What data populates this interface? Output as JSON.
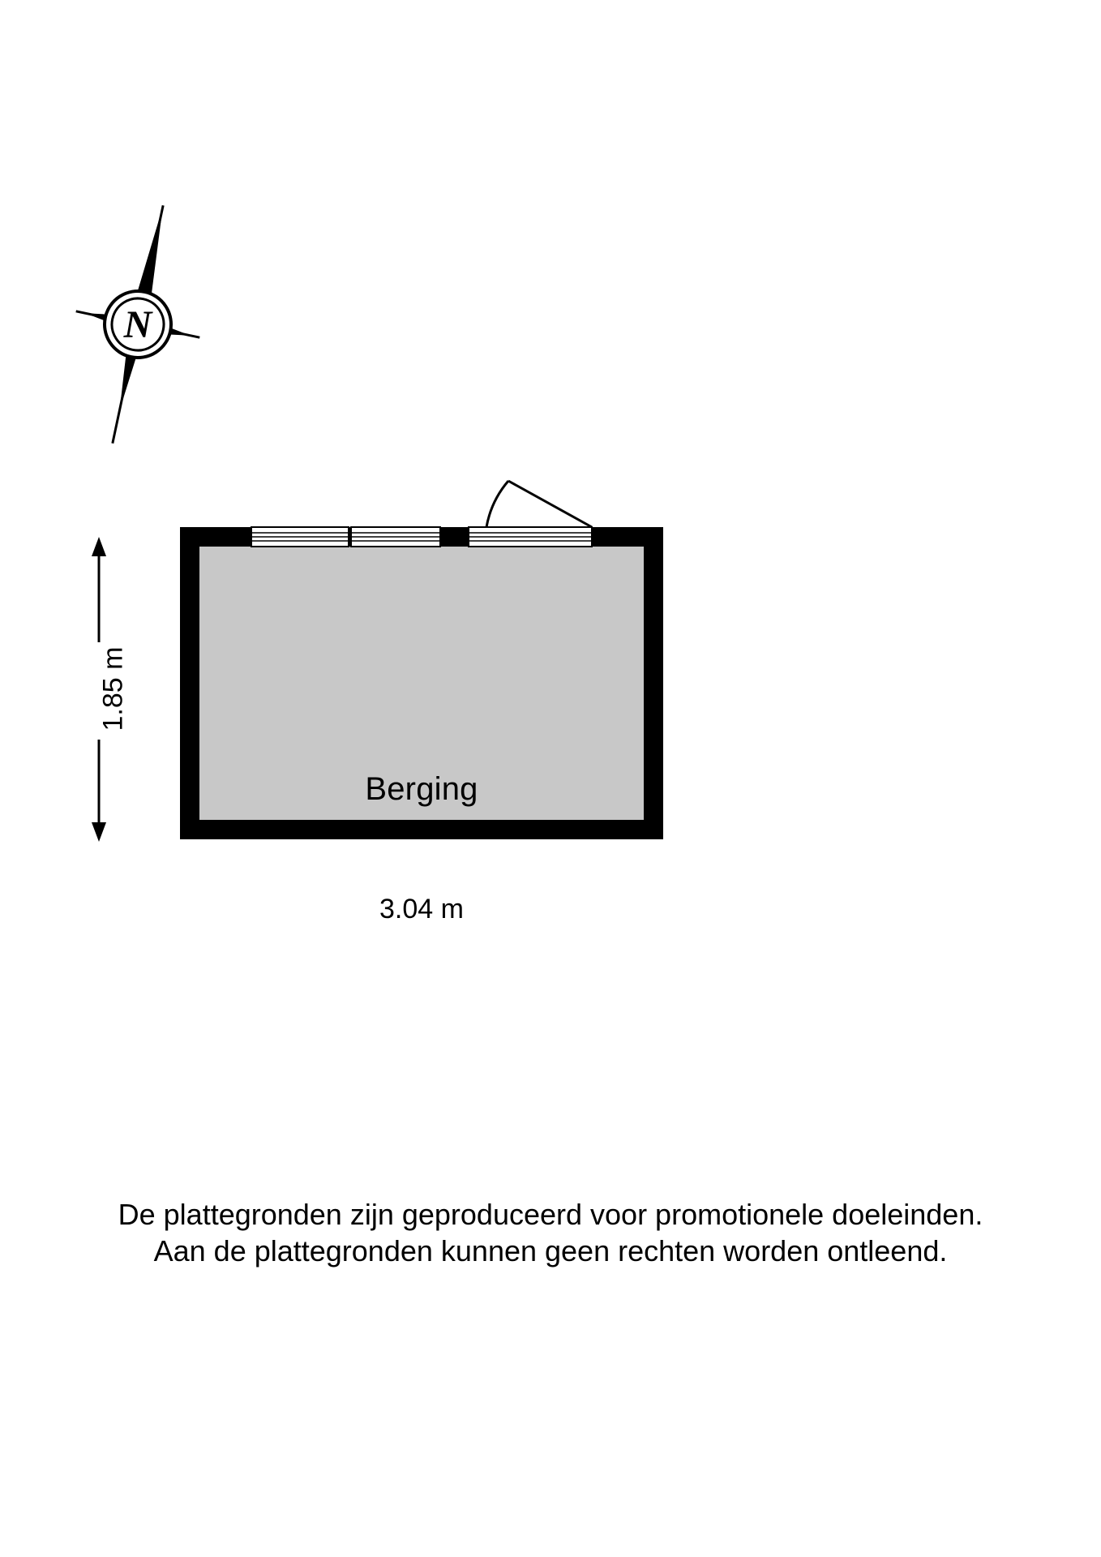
{
  "plan": {
    "room": {
      "name": "Berging",
      "fill_color": "#c8c8c8",
      "wall_color": "#000000"
    },
    "compass": {
      "label": "N",
      "icon": "compass-north-icon"
    },
    "dimensions": {
      "vertical": {
        "value": "1.85 m",
        "axis": "height"
      },
      "horizontal": {
        "value": "3.04 m",
        "axis": "width"
      }
    },
    "openings": {
      "windows": 3,
      "doors": 1
    }
  },
  "footer": {
    "line1": "De plattegronden zijn geproduceerd voor promotionele doeleinden.",
    "line2": "Aan de plattegronden kunnen geen rechten worden ontleend."
  }
}
